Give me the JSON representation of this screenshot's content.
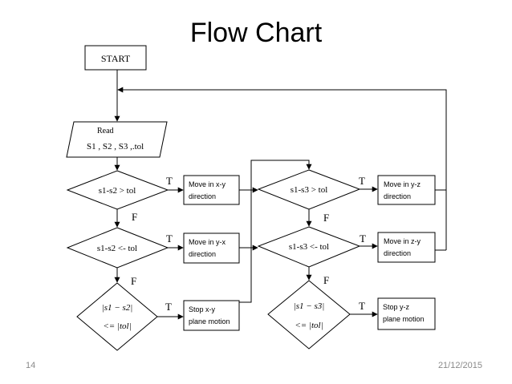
{
  "slide": {
    "title": "Flow Chart",
    "page_number": "14",
    "date": "21/12/2015"
  },
  "flowchart": {
    "start": "START",
    "read_line1": "Read",
    "read_line2": "S1 , S2 , S3 ,.tol",
    "dec1": "s1-s2 > tol",
    "dec2": "s1-s2 <- tol",
    "dec3_line1": "|s1 − s2|",
    "dec3_line2": "<= |tol|",
    "dec4": "s1-s3 > tol",
    "dec5": "s1-s3 <- tol",
    "dec6_line1": "|s1 − s3|",
    "dec6_line2": "<= |tol|",
    "box1_line1": "Move in x-y",
    "box1_line2": "direction",
    "box2_line1": "Move in y-x",
    "box2_line2": "direction",
    "box3_line1": "Stop x-y",
    "box3_line2": "plane motion",
    "box4_line1": "Move in y-z",
    "box4_line2": "direction",
    "box5_line1": "Move in z-y",
    "box5_line2": "direction",
    "box6_line1": "Stop y-z",
    "box6_line2": "plane motion",
    "label_true": "T",
    "label_false": "F"
  }
}
